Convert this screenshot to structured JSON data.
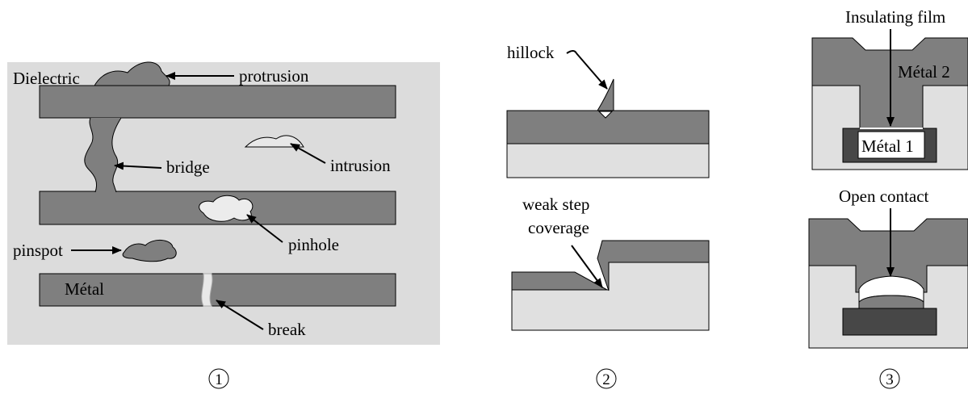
{
  "colors": {
    "metal": "#7f7f7f",
    "dielectric": "#dcdcdc",
    "substrate": "#e0e0e0",
    "dark_metal": "#474747",
    "defect_light": "#e8e8e8",
    "outline": "#000000",
    "background": "#ffffff"
  },
  "panel1": {
    "number": "1",
    "labels": {
      "dielectric": "Dielectric",
      "protrusion": "protrusion",
      "bridge": "bridge",
      "intrusion": "intrusion",
      "pinhole": "pinhole",
      "pinspot": "pinspot",
      "metal": "Métal",
      "break": "break"
    }
  },
  "panel2": {
    "number": "2",
    "labels": {
      "hillock": "hillock",
      "weak_step_line1": "weak step",
      "weak_step_line2": "coverage"
    }
  },
  "panel3": {
    "number": "3",
    "labels": {
      "insulating_film": "Insulating film",
      "metal2": "Métal 2",
      "metal1": "Métal 1",
      "open_contact": "Open contact"
    }
  }
}
